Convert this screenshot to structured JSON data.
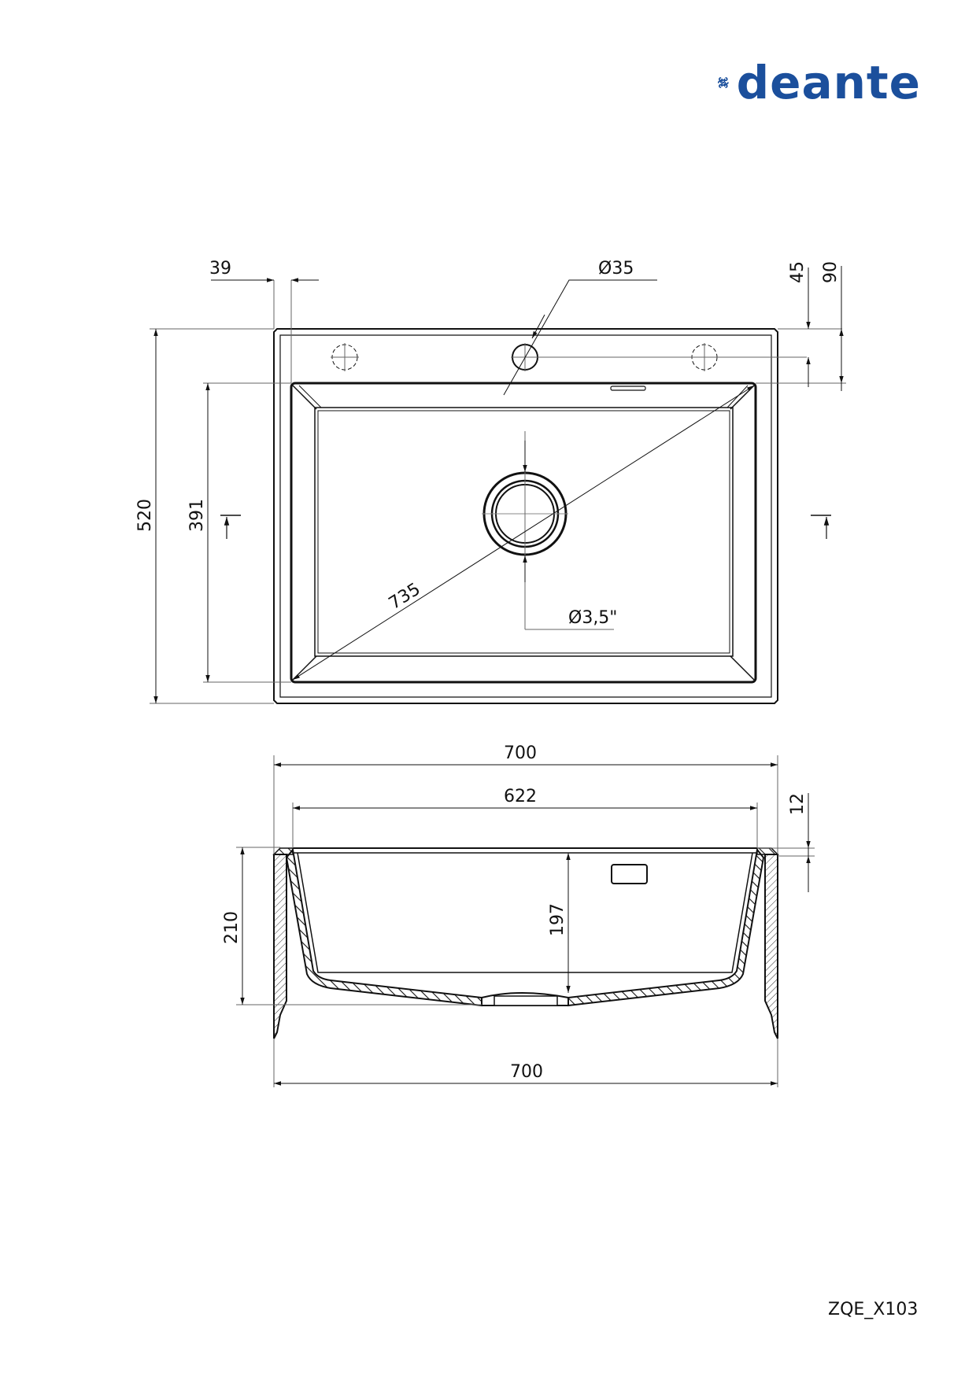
{
  "brand": {
    "name": "deante",
    "color": "#1b4f9c"
  },
  "drawing": {
    "code": "ZQE_X103",
    "top_view": {
      "dimensions": {
        "outer_depth": "520",
        "bowl_depth": "391",
        "front_rim_offset": "39",
        "tap_hole_diameter": "Ø35",
        "tap_hole_offset": "45",
        "bowl_rear_offset": "90",
        "diagonal": "735",
        "drain_diameter": "Ø3,5\""
      }
    },
    "front_section": {
      "dimensions": {
        "outer_width_top": "700",
        "bowl_width": "622",
        "rim_thickness": "12",
        "overall_height": "210",
        "bowl_height": "197",
        "outer_width_bottom": "700"
      }
    }
  },
  "colors": {
    "line": "#111111",
    "thin_line": "#444444",
    "brand": "#1b4f9c"
  }
}
